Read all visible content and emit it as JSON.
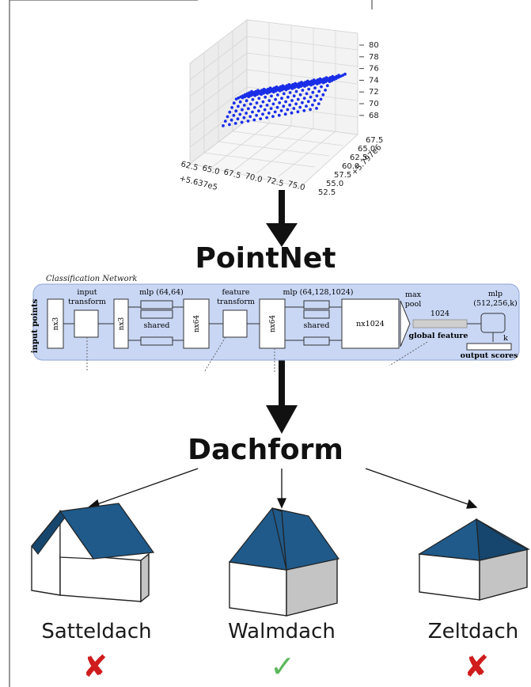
{
  "scatter": {
    "z_ticks": [
      "80",
      "78",
      "76",
      "74",
      "72",
      "70",
      "68"
    ],
    "y_ticks": [
      "67.5",
      "65.0",
      "62.5",
      "60.0",
      "57.5",
      "55.0",
      "52.5"
    ],
    "x_ticks": [
      "62.5",
      "65.0",
      "67.5",
      "70.0",
      "72.5",
      "75.0"
    ],
    "x_offset": "+5.637e5",
    "y_offset": "+5.797e6"
  },
  "pointnet_label": "PointNet",
  "network": {
    "title": "Classification Network",
    "input_points": "input points",
    "nx3_a": "nx3",
    "input_transform_1": "input",
    "input_transform_2": "transform",
    "nx3_b": "nx3",
    "mlp1": "mlp (64,64)",
    "shared1": "shared",
    "nx64_a": "nx64",
    "feature_transform_1": "feature",
    "feature_transform_2": "transform",
    "nx64_b": "nx64",
    "mlp2": "mlp (64,128,1024)",
    "shared2": "shared",
    "nx1024": "nx1024",
    "maxpool_1": "max",
    "maxpool_2": "pool",
    "dim1024": "1024",
    "global_feature": "global feature",
    "mlp3_1": "mlp",
    "mlp3_2": "(512,256,k)",
    "k": "k",
    "output_scores": "output scores"
  },
  "dachform_label": "Dachform",
  "roofs": [
    {
      "name": "Satteldach",
      "mark": "✘"
    },
    {
      "name": "Walmdach",
      "mark": "✓"
    },
    {
      "name": "Zeltdach",
      "mark": "✘"
    }
  ],
  "colors": {
    "roof": "#1f5a8a",
    "roof_dark": "#16466d",
    "wall_side": "#c4c4c4",
    "points": "#1a2ee8",
    "network_bg": "#c9d7f5",
    "wrong": "#d01c1c",
    "right": "#5cb85c"
  }
}
